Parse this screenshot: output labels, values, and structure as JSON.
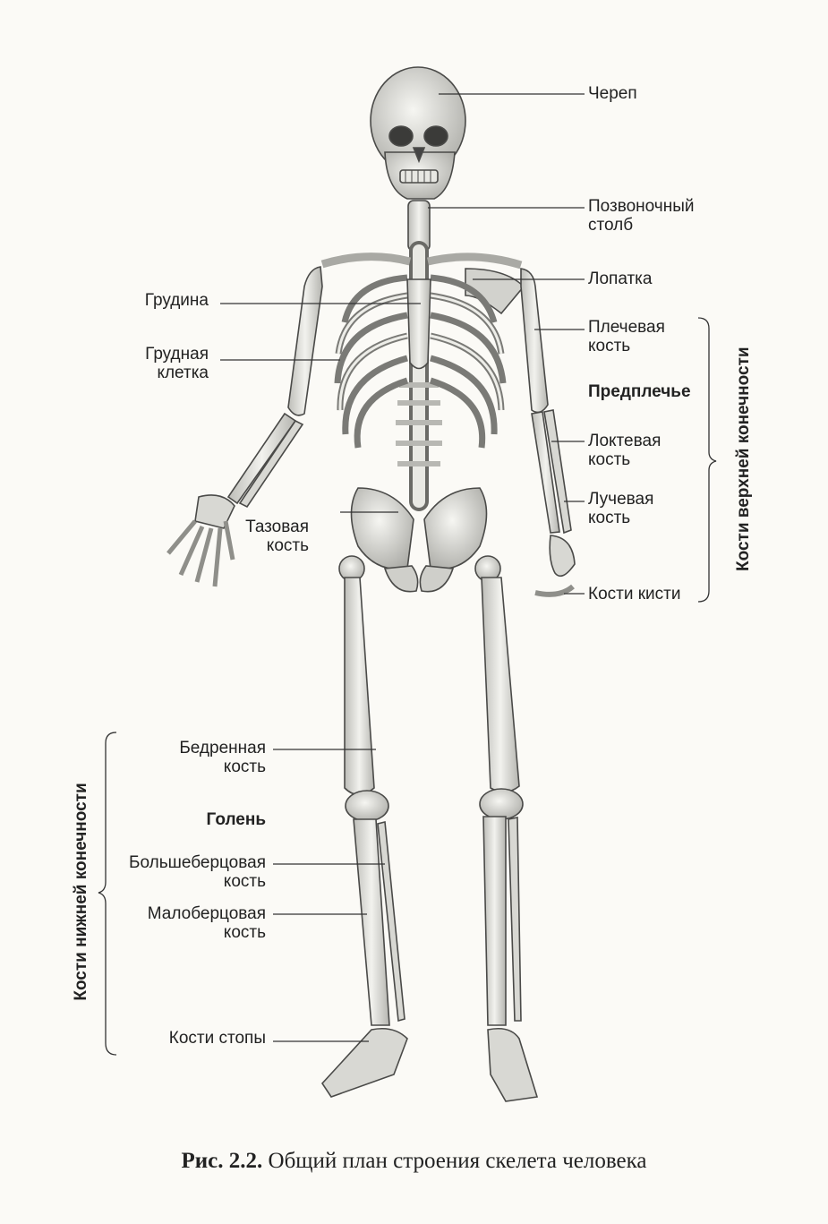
{
  "labels": {
    "skull": "Череп",
    "spine_line1": "Позвоночный",
    "spine_line2": "столб",
    "scapula": "Лопатка",
    "sternum": "Грудина",
    "ribcage_line1": "Грудная",
    "ribcage_line2": "клетка",
    "humerus_line1": "Плечевая",
    "humerus_line2": "кость",
    "forearm": "Предплечье",
    "ulna_line1": "Локтевая",
    "ulna_line2": "кость",
    "radius_line1": "Лучевая",
    "radius_line2": "кость",
    "hand": "Кости кисти",
    "pelvis_line1": "Тазовая",
    "pelvis_line2": "кость",
    "femur_line1": "Бедренная",
    "femur_line2": "кость",
    "shin": "Голень",
    "tibia_line1": "Большеберцовая",
    "tibia_line2": "кость",
    "fibula_line1": "Малоберцовая",
    "fibula_line2": "кость",
    "foot": "Кости стопы"
  },
  "groups": {
    "upper_limb": "Кости верхней конечности",
    "lower_limb": "Кости нижней конечности"
  },
  "caption": {
    "number": "Рис. 2.2.",
    "text": "Общий план строения скелета человека"
  }
}
